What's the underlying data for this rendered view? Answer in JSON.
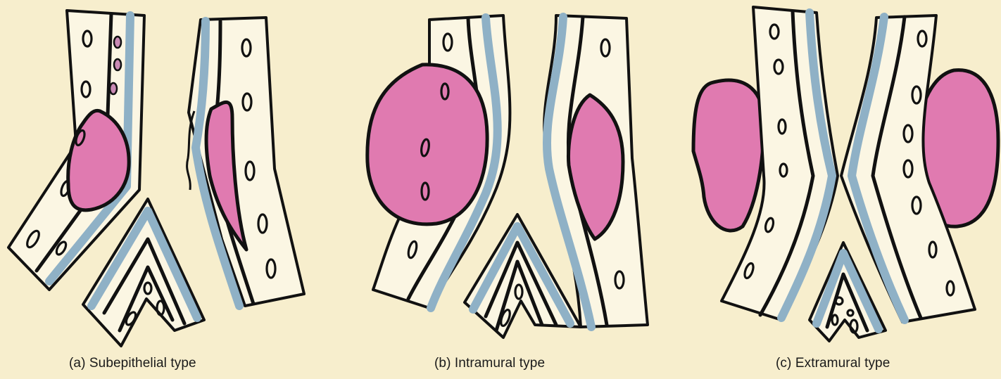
{
  "figure": {
    "panels": [
      {
        "id": "a",
        "caption": "(a) Subepithelial type"
      },
      {
        "id": "b",
        "caption": "(b) Intramural type"
      },
      {
        "id": "c",
        "caption": "(c) Extramural type"
      }
    ],
    "colors": {
      "background": "#f7eecd",
      "wall": "#fbf6e3",
      "muscle_layer": "#8fb1c6",
      "tumor": "#e07ab0",
      "outline": "#111111"
    }
  }
}
